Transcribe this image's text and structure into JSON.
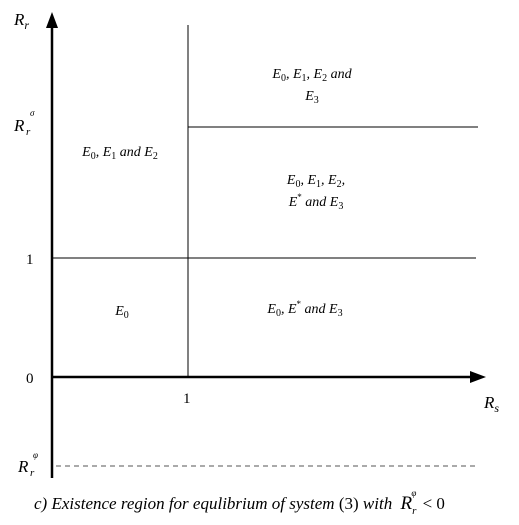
{
  "axes": {
    "y_label": "R",
    "y_label_sub": "r",
    "x_label": "R",
    "x_label_sub": "s",
    "origin_label": "0"
  },
  "y_ticks": {
    "sigma": {
      "base": "R",
      "sub": "r",
      "sup": "σ"
    },
    "one": "1",
    "phi": {
      "base": "R",
      "sub": "r",
      "sup": "φ"
    }
  },
  "x_ticks": {
    "one": "1"
  },
  "regions": {
    "top_left": {
      "lines": [
        [
          {
            "t": "E",
            "s": "0"
          },
          {
            "t": ", "
          },
          {
            "t": "E",
            "s": "1"
          },
          {
            "t": " and "
          },
          {
            "t": "E",
            "s": "2"
          }
        ]
      ]
    },
    "top_right_upper": {
      "lines": [
        [
          {
            "t": "E",
            "s": "0"
          },
          {
            "t": ", "
          },
          {
            "t": "E",
            "s": "1"
          },
          {
            "t": ",  "
          },
          {
            "t": "E",
            "s": "2"
          },
          {
            "t": " and"
          }
        ],
        [
          {
            "t": "E",
            "s": "3"
          }
        ]
      ]
    },
    "top_right_middle": {
      "lines": [
        [
          {
            "t": "E",
            "s": "0"
          },
          {
            "t": ", "
          },
          {
            "t": "E",
            "s": "1"
          },
          {
            "t": ",  "
          },
          {
            "t": "E",
            "s": "2"
          },
          {
            "t": ","
          }
        ],
        [
          {
            "t": "E",
            "p": "*"
          },
          {
            "t": " and "
          },
          {
            "t": "E",
            "s": "3"
          }
        ]
      ]
    },
    "bottom_left": {
      "lines": [
        [
          {
            "t": "E",
            "s": "0"
          }
        ]
      ]
    },
    "bottom_right": {
      "lines": [
        [
          {
            "t": "E",
            "s": "0"
          },
          {
            "t": ", "
          },
          {
            "t": "E",
            "p": "*"
          },
          {
            "t": " and "
          },
          {
            "t": "E",
            "s": "3"
          }
        ]
      ]
    }
  },
  "caption": {
    "prefix": "c) Existence region for equlibrium of system ",
    "num": "(3)",
    "with": " with ",
    "cond_base": "R",
    "cond_sub": "r",
    "cond_sup": "φ",
    "cond_rel": " < 0"
  }
}
